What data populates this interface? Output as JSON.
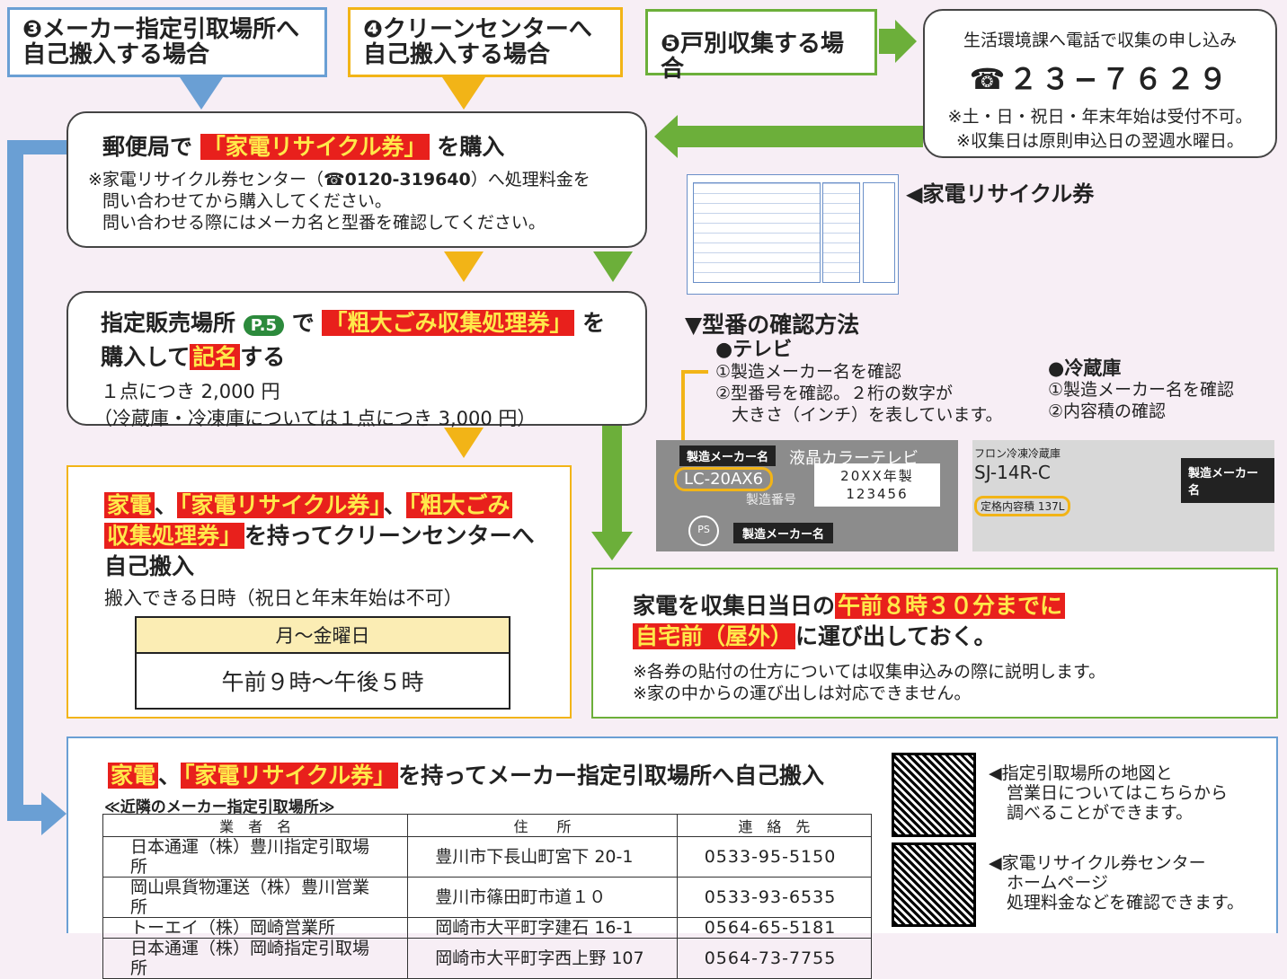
{
  "headers": {
    "h3_line1": "❸メーカー指定引取場所へ",
    "h3_line2": "自己搬入する場合",
    "h4_line1": "❹クリーンセンターへ",
    "h4_line2": "自己搬入する場合",
    "h5": "❺戸別収集する場合"
  },
  "call_box": {
    "line1": "生活環境課へ電話で収集の申し込み",
    "phone": "☎２３−７６２９",
    "note1": "※土・日・祝日・年末年始は受付不可。",
    "note2": "※収集日は原則申込日の翌週水曜日。"
  },
  "post_box": {
    "pre": "郵便局で",
    "ticket": "「家電リサイクル券」",
    "post": "を購入",
    "note1": "※家電リサイクル券センター（",
    "note_phone": "☎0120-319640",
    "note1b": "）へ処理料金を",
    "note2": "問い合わせてから購入してください。",
    "note3": "問い合わせる際にはメーカ名と型番を確認してください。"
  },
  "ticket_label": "◀家電リサイクル券",
  "shop_box": {
    "pre": "指定販売場所",
    "badge": "P.5",
    "mid": "で",
    "ticket": "「粗大ごみ収集処理券」",
    "post": "を",
    "line2_pre": "購入して",
    "sign": "記名",
    "line2_post": "する",
    "price1": "１点につき 2,000 円",
    "price2": "（冷蔵庫・冷凍庫については１点につき 3,000 円）"
  },
  "model": {
    "title": "▼型番の確認方法",
    "tv_head": "●テレビ",
    "tv1": "①製造メーカー名を確認",
    "tv2": "②型番号を確認。２桁の数字が",
    "tv3": "大きさ（インチ）を表しています。",
    "fr_head": "●冷蔵庫",
    "fr1": "①製造メーカー名を確認",
    "fr2": "②内容積の確認",
    "tv_photo_maker": "製造メーカー名",
    "tv_photo_type": "液晶カラーテレビ",
    "tv_photo_model": "LC-20AX6",
    "tv_photo_serial_label": "製造番号",
    "tv_photo_year": "20XX年製",
    "tv_photo_serial": "123456",
    "tv_photo_maker2": "製造メーカー名",
    "fr_photo_type": "フロン冷凍冷蔵庫",
    "fr_photo_model": "SJ-14R-C",
    "fr_photo_vol": "定格内容積 137L",
    "fr_photo_maker": "製造メーカー名"
  },
  "clean_box": {
    "a": "家電",
    "sep1": "、",
    "b": "「家電リサイクル券」",
    "sep2": "、",
    "c1": "「粗大ごみ",
    "c2": "収集処理券」",
    "post": "を持ってクリーンセンターへ",
    "line3": "自己搬入",
    "days": "搬入できる日時（祝日と年末年始は不可）",
    "table_head": "月〜金曜日",
    "table_val": "午前９時〜午後５時"
  },
  "home_box": {
    "pre": "家電を収集日当日の",
    "time": "午前８時３０分までに",
    "place": "自宅前（屋外）",
    "post": "に運び出しておく。",
    "note1": "※各券の貼付の仕方については収集申込みの際に説明します。",
    "note2": "※家の中からの運び出しは対応できません。"
  },
  "maker_box": {
    "a": "家電",
    "sep": "、",
    "b": "「家電リサイクル券」",
    "post": "を持ってメーカー指定引取場所へ自己搬入",
    "sub": "≪近隣のメーカー指定引取場所≫",
    "columns": [
      "業　者　名",
      "住　　所",
      "連　絡　先"
    ],
    "rows": [
      [
        "日本通運（株）豊川指定引取場所",
        "豊川市下長山町宮下 20-1",
        "0533-95-5150"
      ],
      [
        "岡山県貨物運送（株）豊川営業所",
        "豊川市篠田町市道１０",
        "0533-93-6535"
      ],
      [
        "トーエイ（株）岡崎営業所",
        "岡崎市大平町字建石 16-1",
        "0564-65-5181"
      ],
      [
        "日本通運（株）岡崎指定引取場所",
        "岡崎市大平町字西上野 107",
        "0564-73-7755"
      ]
    ],
    "qr1_l1": "◀指定引取場所の地図と",
    "qr1_l2": "営業日についてはこちらから",
    "qr1_l3": "調べることができます。",
    "qr2_l1": "◀家電リサイクル券センター",
    "qr2_l2": "ホームページ",
    "qr2_l3": "処理料金などを確認できます。"
  }
}
